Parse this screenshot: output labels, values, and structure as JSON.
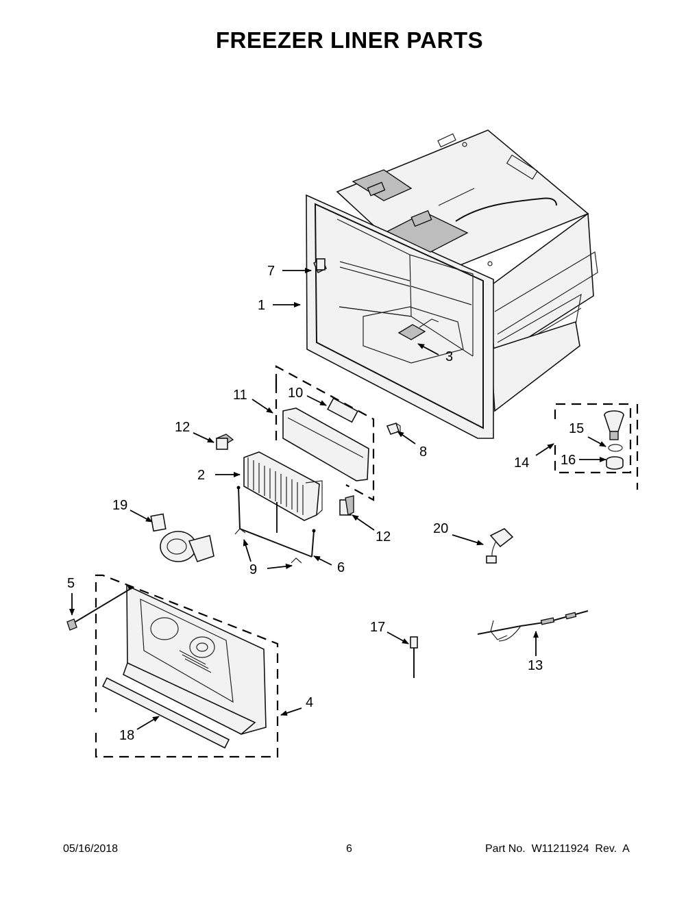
{
  "title": "FREEZER LINER PARTS",
  "callouts": {
    "c1": "1",
    "c2": "2",
    "c3": "3",
    "c4": "4",
    "c5": "5",
    "c6": "6",
    "c7": "7",
    "c8": "8",
    "c9": "9",
    "c10": "10",
    "c11": "11",
    "c12a": "12",
    "c12b": "12",
    "c13": "13",
    "c14": "14",
    "c15": "15",
    "c16": "16",
    "c17": "17",
    "c18": "18",
    "c19": "19",
    "c20": "20"
  },
  "footer": {
    "date": "05/16/2018",
    "page": "6",
    "part": "Part No.  W11211924  Rev.  A"
  }
}
